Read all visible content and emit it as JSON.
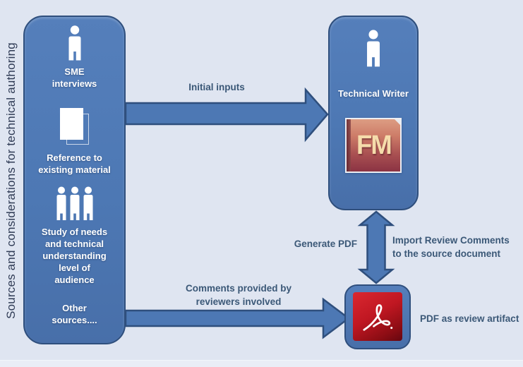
{
  "theme": {
    "background": "#dfe5f1",
    "shape_fill": "#4d78b4",
    "shape_border": "#2f4f7d",
    "label_color": "#3b5877",
    "fm_letter_color": "#f5dcab",
    "pdf_red": "#c01722"
  },
  "side_title": "Sources and considerations for technical authoring",
  "sources_box": {
    "items": [
      {
        "icon": "person-icon",
        "label": "SME\ninterviews"
      },
      {
        "icon": "document-icon",
        "label": "Reference to\nexisting material"
      },
      {
        "icon": "people-icon",
        "label": "Study of needs\nand technical\nunderstanding\nlevel of\naudience"
      },
      {
        "icon": "none",
        "label": "Other\nsources...."
      }
    ]
  },
  "writer_box": {
    "title": "Technical Writer",
    "framemaker_logo_text": "FM"
  },
  "arrows": {
    "initial_inputs_label": "Initial inputs",
    "comments_label": "Comments provided by\nreviewers involved",
    "generate_pdf_label": "Generate PDF",
    "import_comments_label": "Import Review Comments\nto the source document"
  },
  "pdf_artifact": {
    "caption": "PDF as review artifact"
  }
}
